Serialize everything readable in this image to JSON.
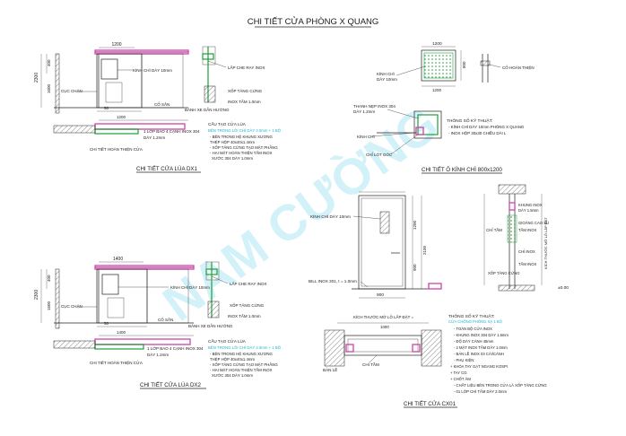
{
  "title": "CHI TIẾT CỬA PHÒNG X QUANG",
  "watermark": "NAM CƯỜNG",
  "colors": {
    "line": "#222222",
    "red": "#d32020",
    "blue": "#1c3fb0",
    "cyan": "#18b6d0",
    "pink": "#d24fb0",
    "green": "#1e9e3a"
  },
  "dx1": {
    "caption": "CHI TIẾT CỬA LÙA DX1",
    "dims": {
      "top": "1200",
      "h1": "400",
      "h2": "1600",
      "h3": "2300",
      "w1": "50",
      "w2": "1200"
    },
    "labels": {
      "glass": "KÍNH CHÌ DÀY 10mm",
      "rail_cover": "LẮP CHE RAY INOX",
      "foam": "XỐP TĂNG CỨNG",
      "inox": "INOX TẤM 1.0mm",
      "wheel": "BÁNH XE DẪN HƯỚNG",
      "stopper": "CỤC CHẶN",
      "floor_stop": "CỐ SẮN",
      "lead_cover": "1 LỚP BAO 4 CẠNH INOX 304",
      "thickness": "DÀY 1.2mm",
      "plan": "CHI TIẾT HOÀN THIỆN CỬA"
    },
    "structure": {
      "header": "CẤU TẠO CỬA LÙA",
      "highlight": "BÊN TRONG LÕI CHÌ DÀY 2.0mm + 1 BỘ",
      "lines": [
        "- BÊN TRONG HỆ KHUNG XƯƠNG",
        "THÉP HỘP 40x40x1.4mm",
        "- XỐP TĂNG CỨNG TẠO MẶT PHẲNG",
        "- HAI MẶT HOÀN THIỆN TẤM INOX",
        "XƯỚC 304 DÀY 1.0mm"
      ]
    }
  },
  "dx2": {
    "caption": "CHI TIẾT CỬA LÙA DX2",
    "dims": {
      "top": "1400",
      "h1": "400",
      "h2": "1600",
      "h3": "2300",
      "w1": "50",
      "w2": "1400"
    },
    "labels": {
      "glass": "KÍNH CHÌ DÀY 10mm",
      "rail_cover": "LẮP CHE RAY INOX",
      "foam": "XỐP TĂNG CỨNG",
      "inox": "INOX TẤM 1.0mm",
      "wheel": "BÁNH XE DẪN HƯỚNG",
      "stopper": "CỤC CHẶN",
      "floor_stop": "CỐ SẮN",
      "lead_cover": "1 LỚP BAO 4 CẠNH INOX 304",
      "thickness": "DÀY 1.2mm",
      "plan": "CHI TIẾT HOÀN THIỆN CỬA"
    },
    "structure": {
      "header": "CẤU TẠO CỬA LÙA",
      "highlight": "BÊN TRONG LÕI CHÌ DÀY 2.0mm + 1 BỘ",
      "lines": [
        "- BÊN TRONG HỆ KHUNG XƯƠNG",
        "THÉP HỘP 40x40x1.4mm",
        "- XỐP TĂNG CỨNG TẠO MẶT PHẲNG",
        "- HAI MẶT HOÀN THIỆN TẤM INOX",
        "XƯỚC 304 DÀY 1.0mm"
      ]
    }
  },
  "glass_detail": {
    "caption": "CHI TIẾT Ô KÍNH CHÌ 800x1200",
    "dims": {
      "w": "1200",
      "h": "800",
      "w2": "1200"
    },
    "labels": {
      "glass": "KÍNH CHÌ",
      "glass_thk": "DÀY 10mm",
      "frame": "CỐ HOÀN THIỆN",
      "trim": "THANH NẸP INOX 304",
      "trim_thk": "DÀY 1.2mm",
      "lead_glass": "KÍNH CHÌ",
      "corner": "CHỈ LÓT GÓC"
    },
    "specs": {
      "header": "THÔNG SỐ KỸ THUẬT:",
      "lines": [
        "- KÍNH CHÌ DÀY 10mm PHÒNG X QUANG",
        "- INOX HỘP 30x30 CHIỀU DÀI L"
      ]
    }
  },
  "cx01": {
    "caption": "CHI TIẾT CỬA CX01",
    "dims": {
      "top": "1000",
      "h": "1200",
      "h2": "900",
      "h3": "2100",
      "w": "900"
    },
    "labels": {
      "glass": "KÍNH CHÌ DÀY 10mm",
      "sill": "BILL INOX 201, t = 1.0mm",
      "plan_title": "KÍCH THƯỚC MỞ LỖ LẮP ĐẶT =",
      "hinge": "BẢN LỀ",
      "seal": "CHỈ TẦM",
      "plan_w": "1000",
      "section_title": "CHỈ TẦM",
      "k1": "KHUNG INOX",
      "k2": "DÀY 1.5mm",
      "k3": "GIOĂNG CAO SU",
      "k4": "TẤM INOX",
      "k5": "CHỈ INOX",
      "k6": "TẤM INOX",
      "k7": "XỐP TĂNG CỨNG",
      "level": "±0.00",
      "side_dim": "KÍCH THƯỚC MỞ LỖ LẮP ĐẶT"
    },
    "specs": {
      "header": "THÔNG SỐ KỸ THUẬT:",
      "highlight": "CỬA CHỐNG PHÓNG XẠ 1 BỘ",
      "lines": [
        "- TOÀN BỘ CỬA INOX",
        "- KHUNG INOX 304 DÀY 1.5mm",
        "- ĐỘ DÀY CÁNH 45mm",
        "- 2 MẶT INOX TẤM DÀY 1.0mm",
        "- BẢN LỀ INOX 03 CÁI/CÁNH",
        "- PHỤ KIỆN:",
        "+ KHÓA TAY GẠT NGANG KOSPI",
        "+ TAY CO.",
        "+ CHỐT ÂM",
        "- CHẤT LIỆU BÊN TRONG CỬA LÀ XỐP TĂNG CỨNG",
        "- 01 LỚP CHÌ TẤM DÀY 2.0mm"
      ]
    }
  }
}
